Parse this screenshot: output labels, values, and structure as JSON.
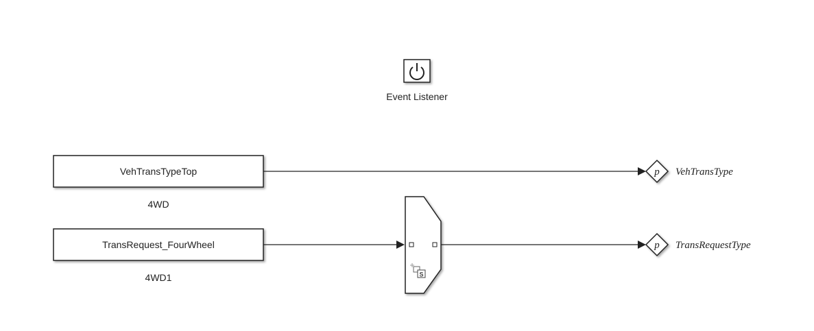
{
  "event_listener": {
    "label": "Event Listener",
    "icon": "power-icon"
  },
  "blocks": [
    {
      "name": "VehTransTypeTop",
      "caption": "4WD"
    },
    {
      "name": "TransRequest_FourWheel",
      "caption": "4WD1"
    }
  ],
  "subsystem": {
    "icon_letter": "S"
  },
  "outports": [
    {
      "symbol": "p",
      "label": "VehTransType"
    },
    {
      "symbol": "p",
      "label": "TransRequestType"
    }
  ]
}
